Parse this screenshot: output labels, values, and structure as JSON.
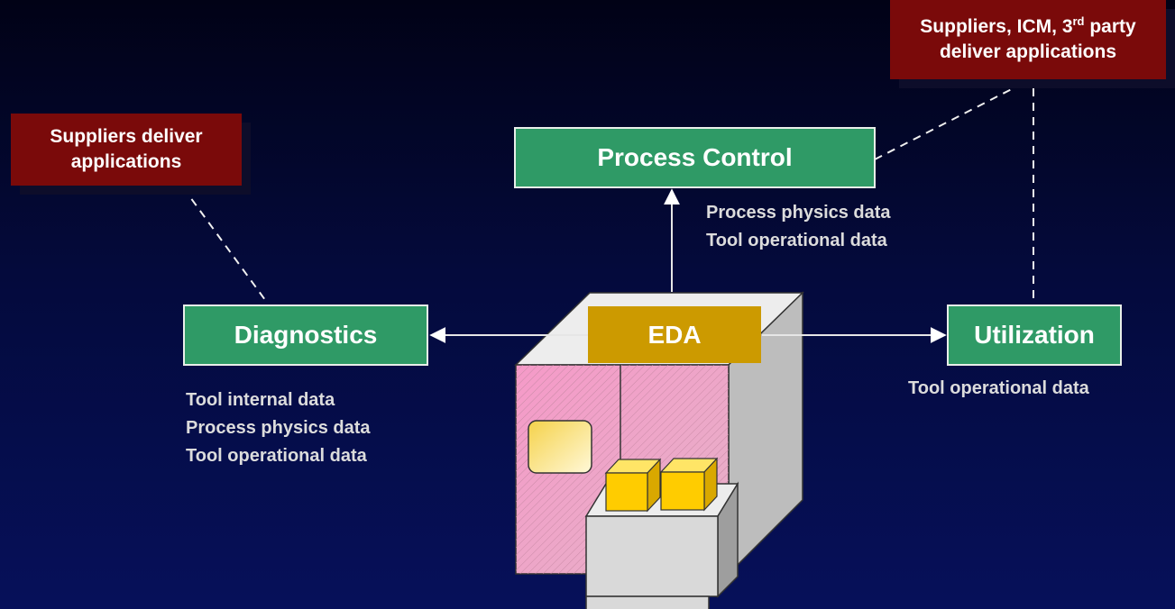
{
  "callouts": {
    "left_line1": "Suppliers deliver",
    "left_line2": "applications",
    "right_part1": "Suppliers, ICM, 3",
    "right_sup": "rd",
    "right_part2": " party",
    "right_line2": "deliver applications"
  },
  "nodes": {
    "process_control": "Process Control",
    "diagnostics": "Diagnostics",
    "eda": "EDA",
    "utilization": "Utilization"
  },
  "labels": {
    "process_control": [
      "Process physics data",
      "Tool operational data"
    ],
    "diagnostics": [
      "Tool internal data",
      "Process physics data",
      "Tool operational data"
    ],
    "utilization": [
      "Tool operational data"
    ]
  },
  "colors": {
    "background_top": "#010216",
    "background_bottom": "#06105a",
    "node_green": "#2f9a66",
    "eda_gold": "#cc9a00",
    "callout_red": "#7a0a0a",
    "cassette_yellow": "#ffcc00"
  }
}
